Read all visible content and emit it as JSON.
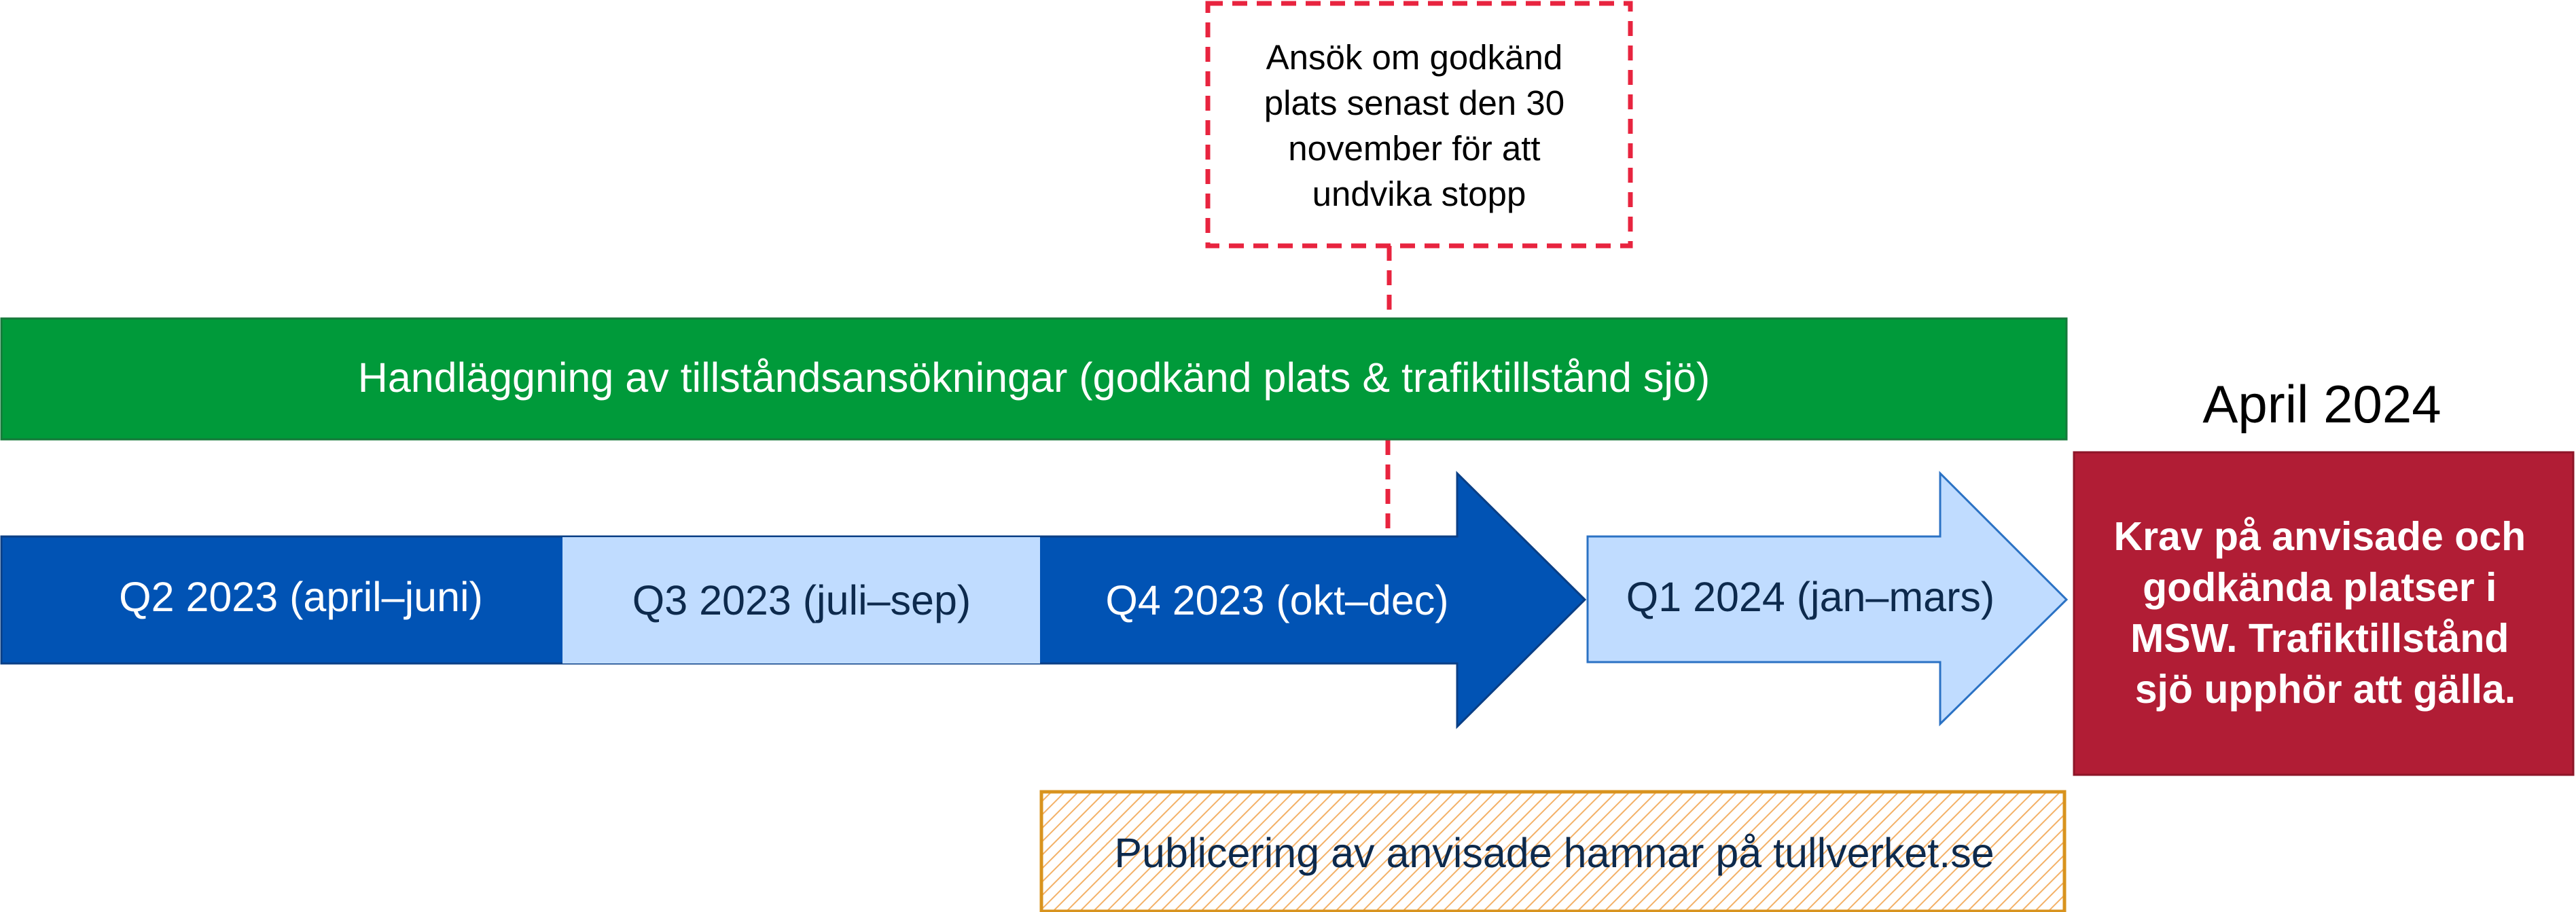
{
  "note": {
    "lines": [
      "Ansök om godkänd",
      "plats senast den 30",
      "november för att",
      "undvika stopp"
    ]
  },
  "processing_bar": {
    "label": "Handläggning av tillståndsansökningar (godkänd plats & trafiktillstånd sjö)"
  },
  "timeline": {
    "q2": "Q2 2023 (april–juni)",
    "q3": "Q3 2023 (juli–sep)",
    "q4": "Q4 2023 (okt–dec)",
    "q1": "Q1 2024 (jan–mars)"
  },
  "milestone": {
    "date": "April 2024",
    "lines": [
      "Krav på anvisade och",
      "godkända platser i",
      "MSW. Trafiktillstånd",
      "sjö upphör att gälla."
    ]
  },
  "publication": {
    "label": "Publicering av anvisade hamnar på tullverket.se"
  },
  "colors": {
    "dark_blue": "#0153b4",
    "light_blue": "#c0dcff",
    "green": "#009a3a",
    "red": "#b11d35",
    "dashed_red": "#e8243f",
    "orange_border": "#d8931e",
    "hatch": "#f5b56a"
  }
}
